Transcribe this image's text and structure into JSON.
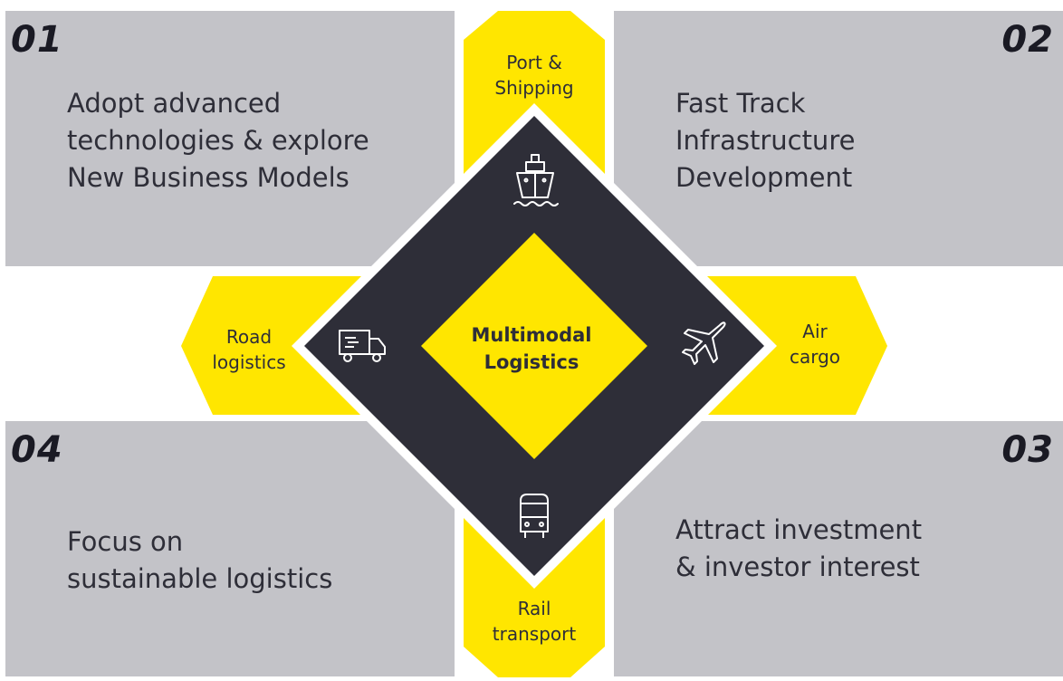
{
  "quadrants": [
    {
      "number": "01",
      "text": "Adopt advanced\ntechnologies & explore\nNew Business Models"
    },
    {
      "number": "02",
      "text": "Fast Track\nInfrastructure\nDevelopment"
    },
    {
      "number": "03",
      "text": "Attract investment\n& investor interest"
    },
    {
      "number": "04",
      "text": "Focus on\nsustainable logistics"
    }
  ],
  "arms": {
    "top": "Port &\nShipping",
    "right": "Air\ncargo",
    "bottom": "Rail\ntransport",
    "left": "Road\nlogistics"
  },
  "center": "Multimodal\nLogistics",
  "icons": {
    "top": "ship-icon",
    "right": "airplane-icon",
    "bottom": "train-icon",
    "left": "truck-icon"
  },
  "colors": {
    "yellow": "#ffe600",
    "dark": "#2e2e38",
    "gray": "#c3c3c8"
  }
}
